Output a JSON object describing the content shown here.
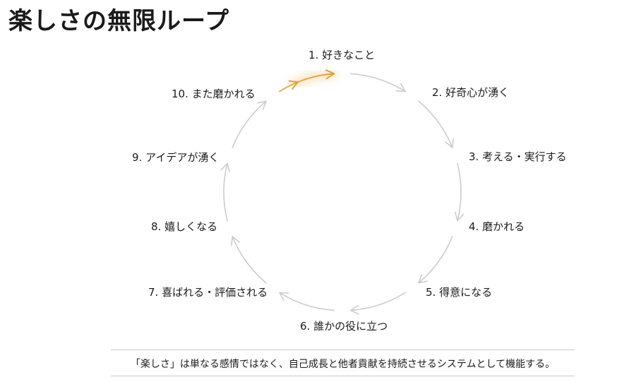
{
  "title": "楽しさの無限ループ",
  "steps": [
    "1. 好きなこと",
    "2. 好奇心が湧く",
    "3. 考える・実行する",
    "4. 磨かれる",
    "5. 得意になる",
    "6. 誰かの役に立つ",
    "7. 喜ばれる・評価される",
    "8. 嬉しくなる",
    "9. アイデアが湧く",
    "10. また磨かれる"
  ],
  "highlighted_transition": "10 → 1",
  "caption": "「楽しさ」は単なる感情ではなく、自己成長と他者貢献を持続させるシステムとして機能する。",
  "colors": {
    "arrow": "#cccccc",
    "highlight": "#e0a236",
    "text": "#1a1a1a"
  }
}
